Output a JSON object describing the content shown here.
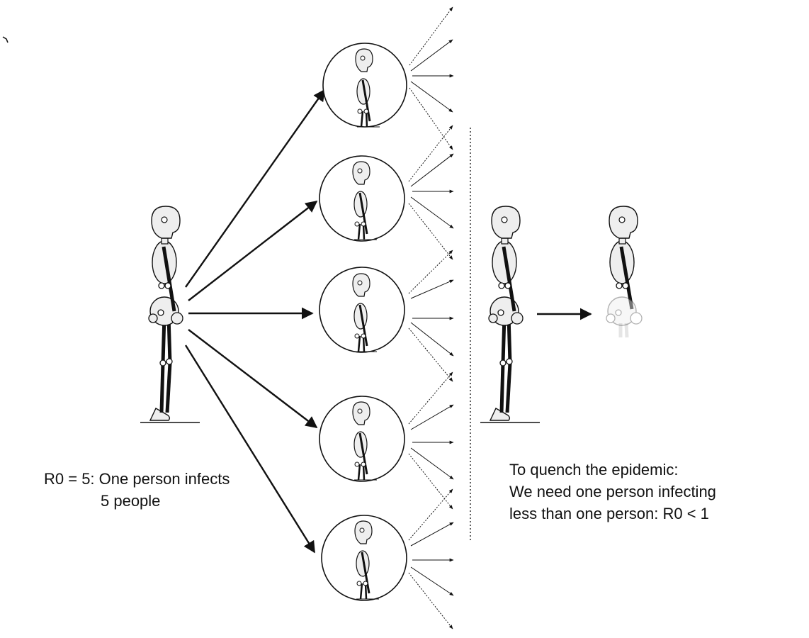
{
  "left_caption": {
    "line1": "R0 = 5: One person infects",
    "line2": "5 people"
  },
  "right_caption": {
    "line1": "To quench the epidemic:",
    "line2": "We need one person infecting",
    "line3": "less than one person:  R0 < 1"
  },
  "figures": {
    "source_person": "standing-person-figure",
    "infected_people_count": 5,
    "secondary_arrows_per_person": 5,
    "quench_person": "standing-person-figure",
    "fading_person": "fading-person-figure"
  },
  "colors": {
    "ink": "#111111",
    "figure_fill": "#eeeeee"
  }
}
